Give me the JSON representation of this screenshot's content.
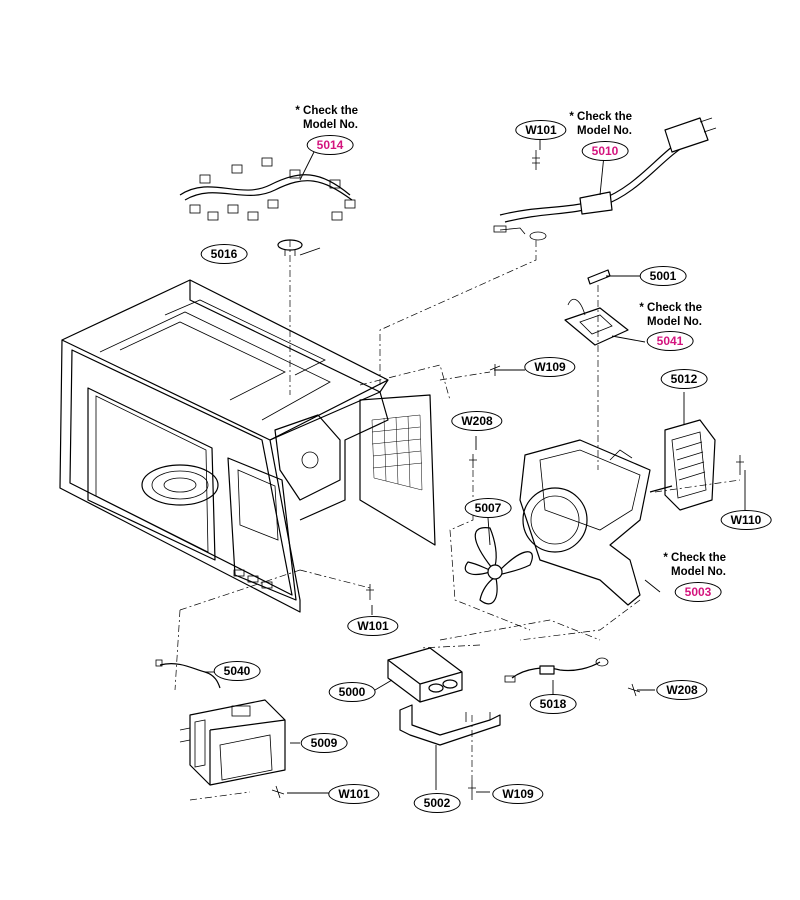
{
  "note_text": {
    "line1": "* Check the",
    "line2": "Model No."
  },
  "accent_color": "#d4147e",
  "labels": {
    "p5014": "5014",
    "p5010": "5010",
    "p5041": "5041",
    "p5003": "5003",
    "p5016": "5016",
    "w101_top": "W101",
    "p5001": "5001",
    "w109_top": "W109",
    "p5012": "5012",
    "w208_mid": "W208",
    "w110": "W110",
    "p5007": "5007",
    "w101_mid": "W101",
    "p5040": "5040",
    "p5000": "5000",
    "p5018": "5018",
    "w208_low": "W208",
    "p5009": "5009",
    "w101_low": "W101",
    "p5002": "5002",
    "w109_low": "W109"
  }
}
